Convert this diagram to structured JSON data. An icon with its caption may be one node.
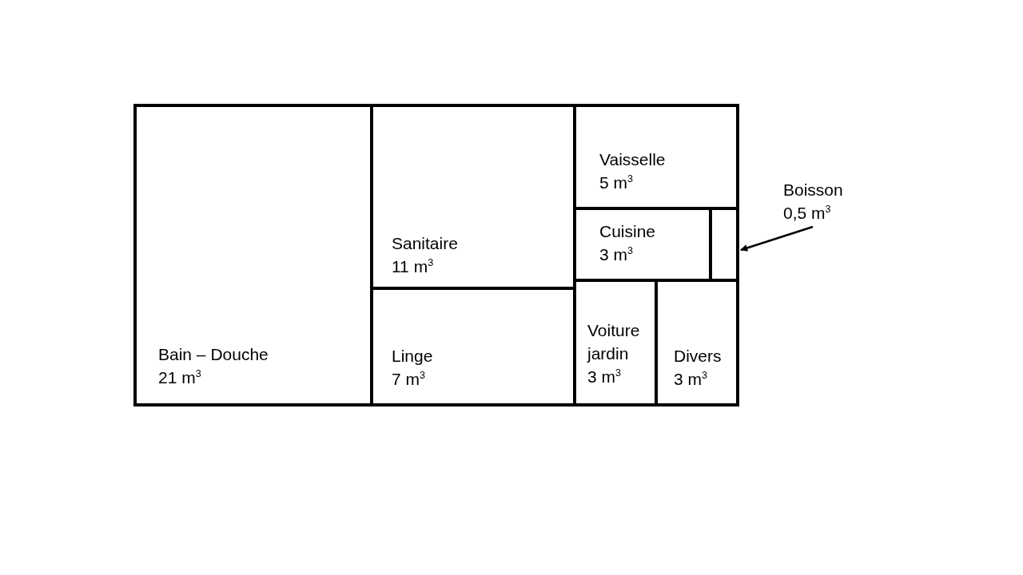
{
  "diagram": {
    "nodes": [
      {
        "text": [
          "Bain – Douche",
          "21 m$^{3}$"
        ]
      },
      {
        "text": [
          "Sanitaire",
          "11 m$^{3}$"
        ]
      },
      {
        "text": [
          "Linge",
          "7 m$^{3}$"
        ]
      },
      {
        "text": [
          "Vaisselle",
          "5 m$^{3}$"
        ]
      },
      {
        "text": [
          "Cuisine",
          "3 m$^{3}$"
        ]
      },
      {
        "text": [],
        "shape": "box"
      },
      {
        "text": [
          "Voiture jardin",
          "3 m$^{3}$"
        ]
      },
      {
        "text": [
          "Divers",
          "3 m$^{3}$"
        ]
      },
      {
        "text": [
          "Boisson",
          "0,5 m$^{3}$"
        ]
      }
    ],
    "edges": [
      {
        "from": 8,
        "to": 5,
        "arrow": "to"
      }
    ]
  }
}
